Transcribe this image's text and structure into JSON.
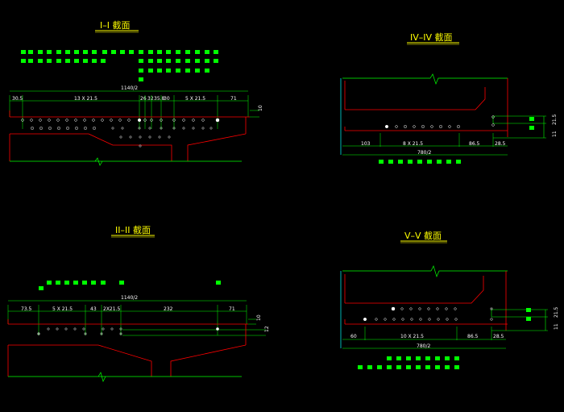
{
  "colors": {
    "background": "#000000",
    "section_line": "#ff0000",
    "dimension_line": "#00ff00",
    "extension_line": "#00ffff",
    "title_text": "#ffff00",
    "label_fill": "#00ff00",
    "marker": "#ffffff"
  },
  "sections": {
    "s1": {
      "title": "I–I 截面",
      "overall_dim": "1140/2",
      "dims": [
        "30.5",
        "13 X 21.5",
        "26",
        "32",
        "35.8",
        "30",
        "5 X 21.5",
        "71"
      ],
      "right_dim": "10"
    },
    "s2": {
      "title": "II–II 截面",
      "overall_dim": "1140/2",
      "dims": [
        "73.5",
        "5 X 21.5",
        "43",
        "2X21.5",
        "232",
        "71"
      ],
      "right_dims": [
        "10",
        "12"
      ]
    },
    "s4": {
      "title": "IV–IV 截面",
      "overall_dim": "780/2",
      "dims": [
        "103",
        "8 X 21.5",
        "86.5",
        "28.5"
      ],
      "right_dims": [
        "21.5",
        "11"
      ]
    },
    "s5": {
      "title": "V–V 截面",
      "overall_dim": "780/2",
      "dims": [
        "60",
        "10 X 21.5",
        "86.5",
        "28.5"
      ],
      "right_dims": [
        "21.5",
        "11"
      ]
    }
  }
}
